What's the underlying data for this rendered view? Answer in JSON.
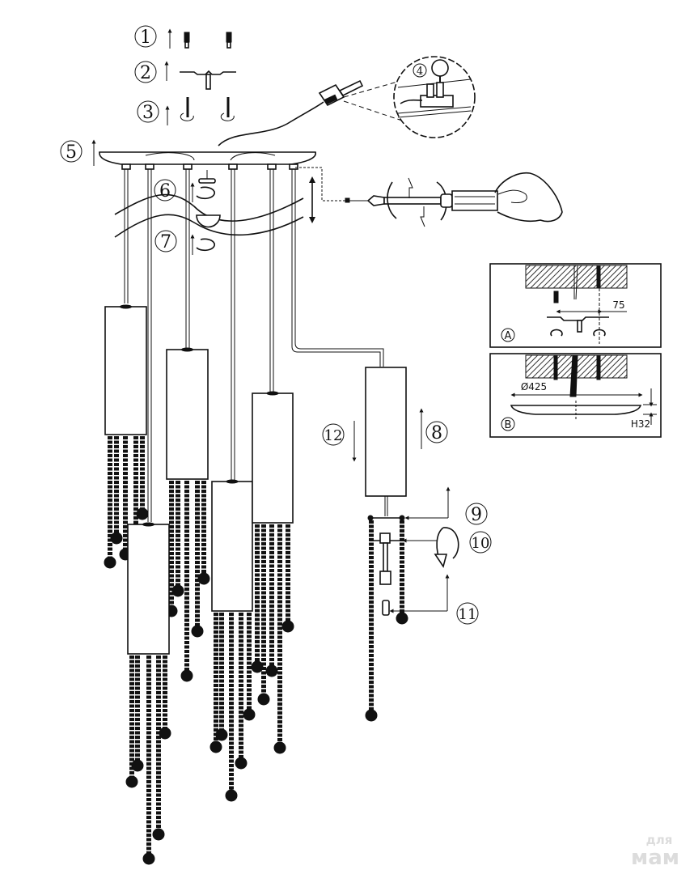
{
  "diagram": {
    "title": "Pendant chandelier assembly instructions",
    "steps": [
      {
        "id": "1",
        "label": "1",
        "desc": "wall plug anchors"
      },
      {
        "id": "2",
        "label": "2",
        "desc": "mounting bracket"
      },
      {
        "id": "3",
        "label": "3",
        "desc": "screws"
      },
      {
        "id": "4",
        "label": "4",
        "desc": "terminal block connection"
      },
      {
        "id": "5",
        "label": "5",
        "desc": "canopy"
      },
      {
        "id": "6",
        "label": "6",
        "desc": "cap nut"
      },
      {
        "id": "7",
        "label": "7",
        "desc": "cover"
      },
      {
        "id": "8",
        "label": "8",
        "desc": "shade up"
      },
      {
        "id": "9",
        "label": "9",
        "desc": "crystal holder ring"
      },
      {
        "id": "10",
        "label": "10",
        "desc": "twist lock"
      },
      {
        "id": "11",
        "label": "11",
        "desc": "bulb"
      },
      {
        "id": "12",
        "label": "12",
        "desc": "shade down"
      }
    ],
    "detail_a": {
      "letter": "A",
      "dimension": "75"
    },
    "detail_b": {
      "letter": "B",
      "diameter": "Ø425",
      "height": "H32"
    },
    "pendant_count": 6
  },
  "watermark": {
    "line1": "для",
    "line2": "мам"
  }
}
